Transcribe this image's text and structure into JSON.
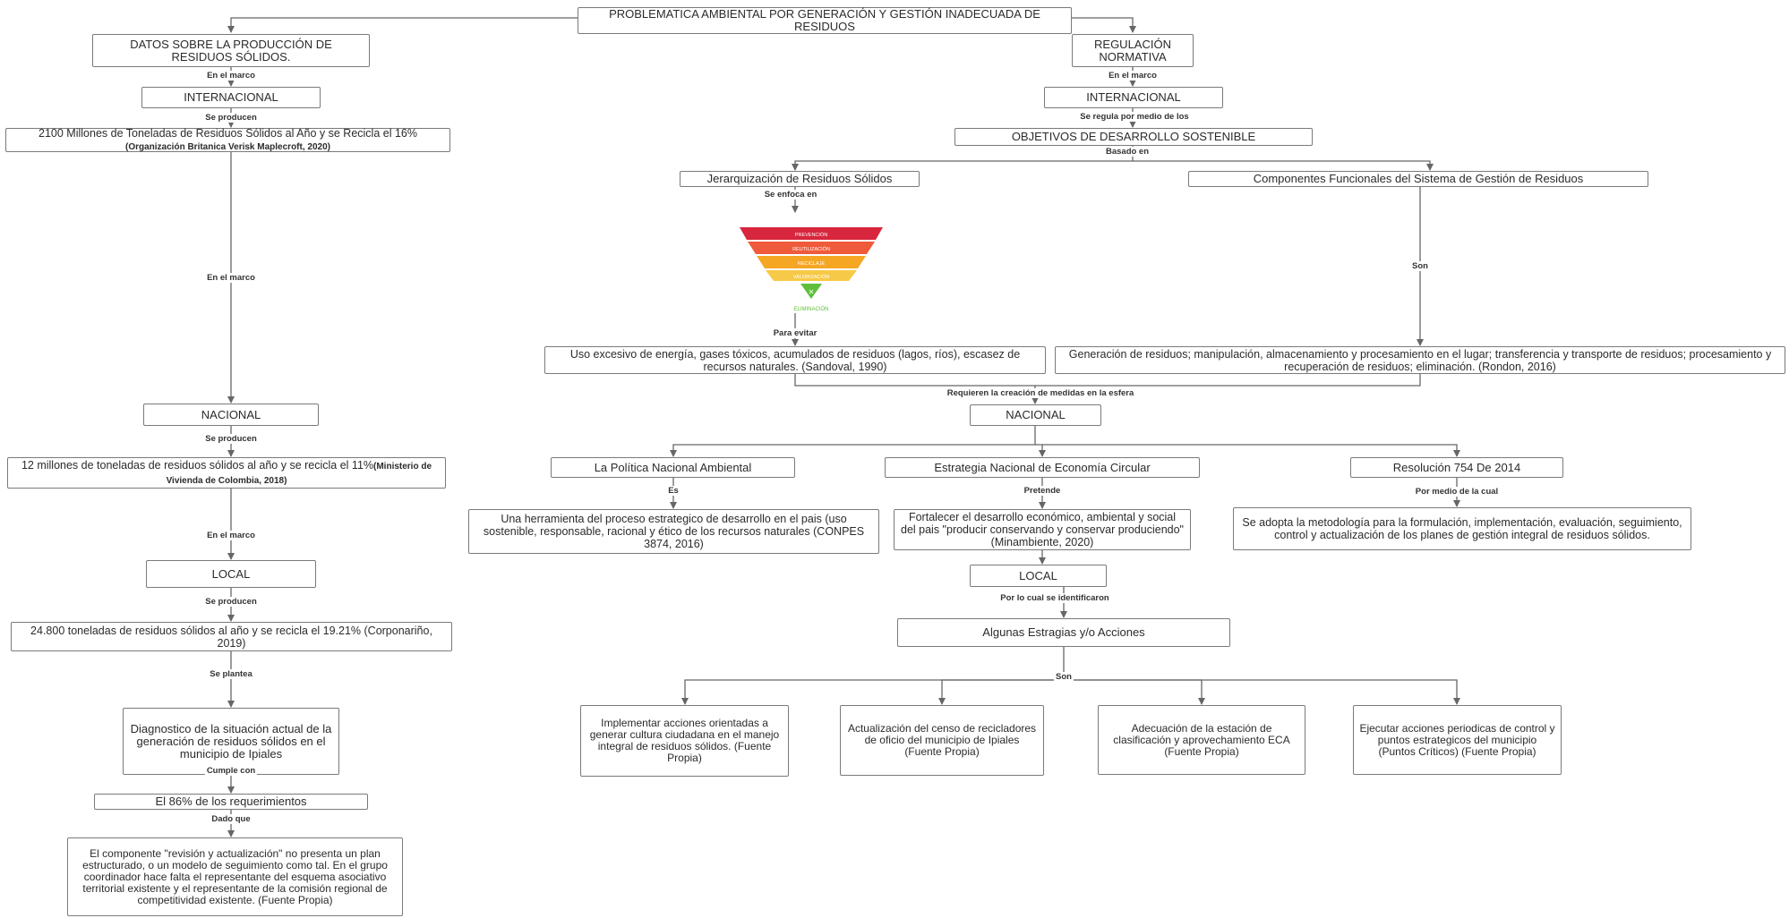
{
  "nodes": {
    "root": "PROBLEMATICA AMBIENTAL POR GENERACIÓN Y GESTIÓN INADECUADA DE RESIDUOS",
    "datos": "DATOS SOBRE LA PRODUCCIÓN DE RESIDUOS SÓLIDOS.",
    "intl_left": "INTERNACIONAL",
    "intl_fact": "2100 Millones de Toneladas de Residuos Sólidos al Año y se Recicla el 16% ",
    "intl_fact_src": "(Organización Britanica Verisk Maplecroft, 2020)",
    "nacional_left": "NACIONAL",
    "nac_fact": "12 millones de toneladas de residuos sólidos al año y se recicla el 11%",
    "nac_fact_src": "(Ministerio de Vivienda de Colombia, 2018)",
    "local_left": "LOCAL",
    "local_fact": "24.800 toneladas de residuos sólidos al año y se recicla el 19.21% (Corponariño, 2019)",
    "diagnostico": "Diagnostico de la situación actual de la generación de residuos sólidos en el municipio de Ipiales",
    "requerimientos": "El 86% de los requerimientos",
    "componente": "El componente \"revisión y actualización\" no presenta un plan estructurado, o un modelo de seguimiento como tal. En el grupo coordinador hace falta el representante del esquema asociativo territorial existente y el representante de la comisión regional de competitividad existente. (Fuente Propia)",
    "regulacion": "REGULACIÓN NORMATIVA",
    "intl_right": "INTERNACIONAL",
    "ods": "OBJETIVOS DE DESARROLLO SOSTENIBLE",
    "jerarquizacion": "Jerarquización de Residuos Sólidos",
    "componentes": "Componentes Funcionales del Sistema de Gestión de Residuos",
    "uso_excesivo": "Uso excesivo de energía, gases tóxicos, acumulados de residuos (lagos, ríos), escasez de recursos naturales. (Sandoval, 1990)",
    "generacion": "Generación de residuos; manipulación, almacenamiento y procesamiento en el lugar; transferencia y transporte de residuos; procesamiento y recuperación de residuos; eliminación. (Rondon, 2016)",
    "nacional_right": "NACIONAL",
    "politica": "La Política Nacional Ambiental",
    "estrategia": "Estrategia Nacional de Economía Circular",
    "resolucion": "Resolución 754 De 2014",
    "herramienta": "Una herramienta del proceso estrategico de desarrollo en el pais (uso sostenible, responsable, racional y ético de los recursos naturales (CONPES 3874, 2016)",
    "fortalecer": "Fortalecer el desarrollo económico, ambiental y social del pais \"producir conservando y conservar produciendo\" (Minambiente, 2020)",
    "adopta": "Se adopta la metodología para la formulación, implementación, evaluación, seguimiento, control y actualización de los planes de gestión integral de residuos sólidos.",
    "local_right": "LOCAL",
    "estrategias": "Algunas Estragias y/o Acciones",
    "accion1": "Implementar acciones orientadas a generar cultura ciudadana en el manejo integral de residuos sólidos. (Fuente Propia)",
    "accion2": "Actualización del censo de recicladores de oficio del municipio de Ipiales (Fuente Propia)",
    "accion3": "Adecuación de la estación de clasificación y aprovechamiento ECA (Fuente Propia)",
    "accion4": "Ejecutar acciones periodicas de control y puntos estrategicos del municipio (Puntos Críticos) (Fuente Propia)"
  },
  "labels": {
    "en_el_marco_1": "En el marco",
    "se_producen_1": "Se producen",
    "en_el_marco_2": "En el marco",
    "se_producen_2": "Se producen",
    "en_el_marco_3": "En el marco",
    "se_producen_3": "Se producen",
    "se_plantea": "Se plantea",
    "cumple_con": "Cumple con",
    "dado_que": "Dado que",
    "en_el_marco_r": "En el marco",
    "se_regula": "Se regula por medio de los",
    "basado_en": "Basado en",
    "se_enfoca": "Se enfoca en",
    "para_evitar": "Para evitar",
    "son_1": "Son",
    "requieren": "Requieren la creación de medidas en la esfera",
    "es": "Es",
    "pretende": "Pretende",
    "por_medio": "Por medio de la cual",
    "por_lo_cual": "Por lo cual se identificaron",
    "son_2": "Son"
  },
  "pyramid": {
    "levels": [
      "PREVENCIÓN",
      "REUTILIZACIÓN",
      "RECICLAJE",
      "VALORIZACIÓN",
      "ELIMINACIÓN"
    ],
    "colors": [
      "#d7263d",
      "#ef5b3a",
      "#f5a623",
      "#f7c948",
      "#5fbf3a"
    ],
    "marker": "✕"
  },
  "colors": {
    "line": "#666666",
    "border": "#7a7a7a"
  }
}
